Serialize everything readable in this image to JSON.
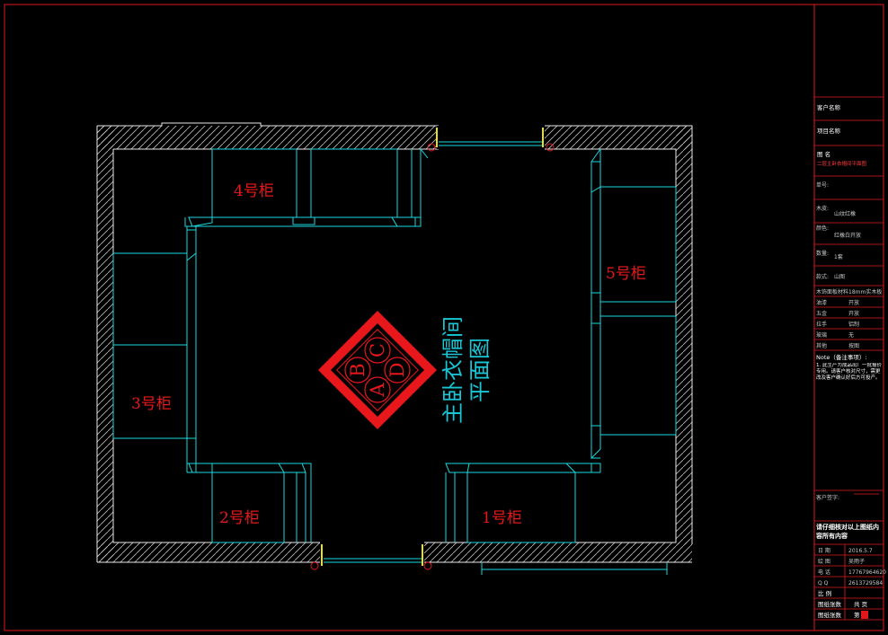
{
  "drawing": {
    "title_lines": [
      "主卧衣帽间",
      "平面图"
    ],
    "emblem_letters": [
      "A",
      "B",
      "C",
      "D"
    ],
    "cabinets": [
      "1号柜",
      "2号柜",
      "3号柜",
      "4号柜",
      "5号柜"
    ],
    "colors": {
      "frame": "#e0181c",
      "wall": "#ffffff",
      "cabinet_line": "#19d8e0",
      "label": "#e8171b",
      "door_accent": "#e8e018"
    }
  },
  "title_block": {
    "client_name_label": "客户名称",
    "project_name_label": "项目名称",
    "drawing_name_label": "图 名",
    "drawing_name_value": "二层主卧衣帽间平面图",
    "order_no_label": "单号:",
    "material_label": "木皮:",
    "material_value": "山纹红橡",
    "color_label": "颜色:",
    "color_value": "红橡白开放",
    "quantity_label": "数量:",
    "quantity_value": "1套",
    "style_label": "款式:",
    "style_value": "山图",
    "spec_rows": [
      "木饰面板材料",
      "油漆",
      "五金",
      "拉手",
      "玻璃",
      "其他"
    ],
    "spec_values": [
      "18mm实木板",
      "开放",
      "开放",
      "铝制",
      "无",
      "按图"
    ],
    "notes_label": "Note（备注事项）:",
    "notes_text": "1. 此生产为成品出厂一批报价专用。请客户核对尺寸，需更改及客户确认好后方可投产。",
    "client_signature_label": "客户签字:",
    "confirm_text": "请仔细核对以上图纸内容所有内容",
    "date_label": "日 期",
    "date_value": "2016.5.7",
    "drawn_label": "绘 图",
    "drawn_value": "吴雨子",
    "phone_label": "电 话",
    "phone_value": "17767964620",
    "qq_label": "Q Q",
    "qq_value": "2613729584",
    "scale_label": "比 例",
    "total_pages_label": "图纸张数",
    "total_pages_value": "共 页",
    "page_no_label": "图纸张数",
    "page_no_value": "第 页"
  }
}
